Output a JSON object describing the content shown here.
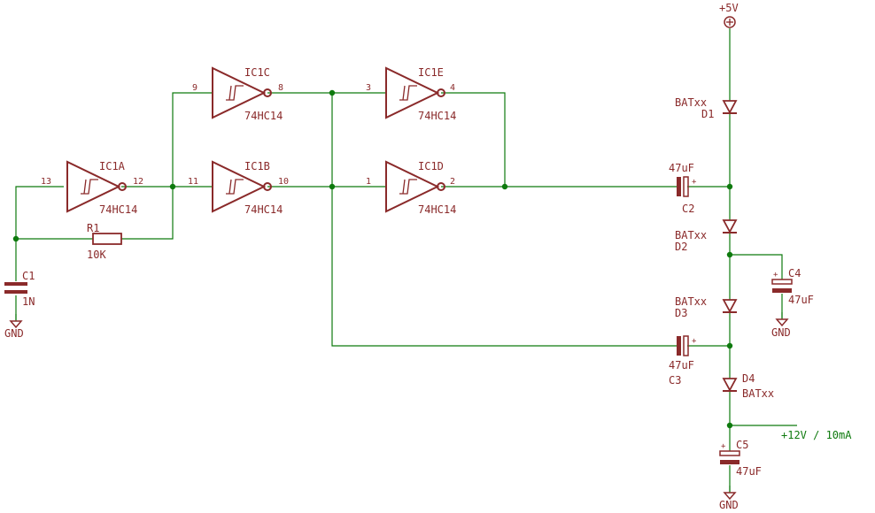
{
  "supply": {
    "label": "+5V"
  },
  "output": {
    "label": "+12V / 10mA"
  },
  "gates": [
    {
      "ref": "IC1A",
      "part": "74HC14",
      "pin_in": "13",
      "pin_out": "12"
    },
    {
      "ref": "IC1B",
      "part": "74HC14",
      "pin_in": "11",
      "pin_out": "10"
    },
    {
      "ref": "IC1C",
      "part": "74HC14",
      "pin_in": "9",
      "pin_out": "8"
    },
    {
      "ref": "IC1D",
      "part": "74HC14",
      "pin_in": "1",
      "pin_out": "2"
    },
    {
      "ref": "IC1E",
      "part": "74HC14",
      "pin_in": "3",
      "pin_out": "4"
    }
  ],
  "resistor": {
    "ref": "R1",
    "value": "10K"
  },
  "capacitors": [
    {
      "ref": "C1",
      "value": "1N"
    },
    {
      "ref": "C2",
      "value": "47uF"
    },
    {
      "ref": "C3",
      "value": "47uF"
    },
    {
      "ref": "C4",
      "value": "47uF"
    },
    {
      "ref": "C5",
      "value": "47uF"
    }
  ],
  "diodes": [
    {
      "ref": "D1",
      "part": "BATxx"
    },
    {
      "ref": "D2",
      "part": "BATxx"
    },
    {
      "ref": "D3",
      "part": "BATxx"
    },
    {
      "ref": "D4",
      "part": "BATxx"
    }
  ],
  "ground": {
    "label": "GND"
  },
  "polarity_mark": "+"
}
